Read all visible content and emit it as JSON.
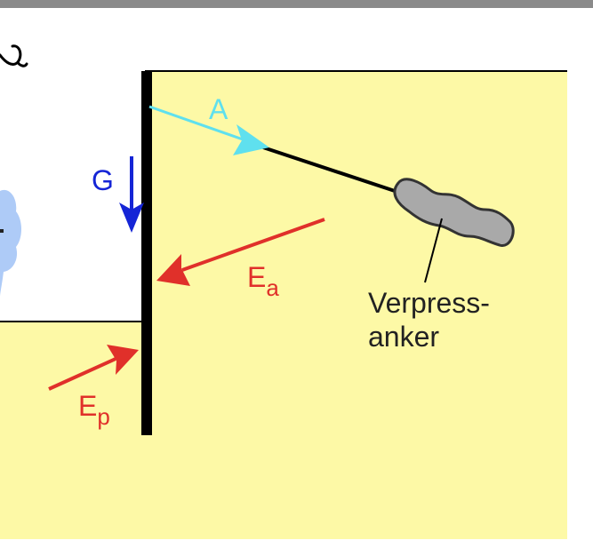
{
  "labels": {
    "anchor_force": "A",
    "weight": "G",
    "active_pressure": "E",
    "active_sub": "a",
    "passive_pressure": "E",
    "passive_sub": "p",
    "anchor_line1": "Verpress-",
    "anchor_line2": "anker"
  },
  "colors": {
    "soil": "#fdf9a6",
    "wall": "#000000",
    "anchor_arrow": "#5fe0ee",
    "weight_arrow": "#1525d6",
    "pressure_arrows": "#e0302a",
    "grout_body": "#a9a9a9",
    "cloud": "#aecbf7",
    "top_bar": "#8a8a8a"
  }
}
